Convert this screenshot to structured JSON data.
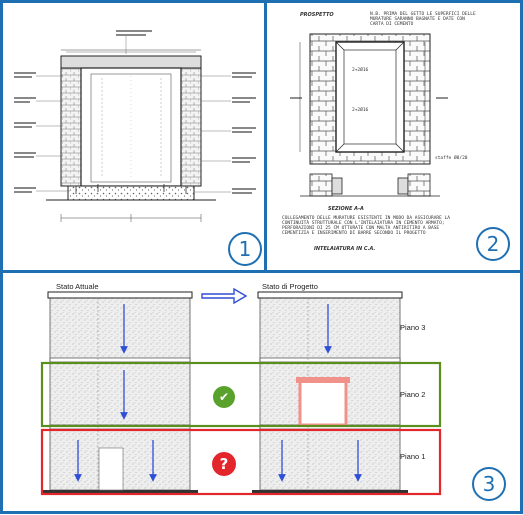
{
  "panels": {
    "one": {
      "number": "1"
    },
    "two": {
      "number": "2",
      "title": "PROSPETTO",
      "top_note": "N.B. PRIMA DEL GETTO LE SUPERFICI DELLE MURATURE SARANNO BAGNATE E DATE CON CARTA DI CEMENTO",
      "section": "SEZIONE A-A",
      "heading": "INTELAIATURA IN C.A.",
      "lintel_label": "2+2Ø16",
      "bar_label": "2+2Ø16",
      "stirrups": "staffe Ø8/20",
      "bottom_text": "COLLEGAMENTO DELLE MURATURE ESISTENTI IN MODO DA ASSICURARE LA CONTINUITÀ STRUTTURALE CON L'INTELAIATURA IN CEMENTO ARMATO; PERFORAZIONI DI 25 CM OTTURATE CON MALTA ANTIRITIRO A BASE CEMENTIZIA E INSERIMENTO DI BARRE SECONDO IL PROGETTO"
    },
    "three": {
      "number": "3",
      "label_current": "Stato Attuale",
      "label_project": "Stato di Progetto",
      "floors": [
        "Piano 3",
        "Piano 2",
        "Piano 1"
      ],
      "ok_mark": "✔",
      "question_mark": "?"
    }
  },
  "colors": {
    "frame": "#1f6fb3",
    "arrow": "#2f4fd6",
    "green_box": "#5a8f1e",
    "red_box": "#e3262b",
    "ok_badge": "#58a12b",
    "question_badge": "#e3262b",
    "lintel": "#f0918a"
  },
  "icons": {
    "transition": "arrow-right-icon",
    "ok": "check-circle-icon",
    "question": "question-circle-icon"
  }
}
